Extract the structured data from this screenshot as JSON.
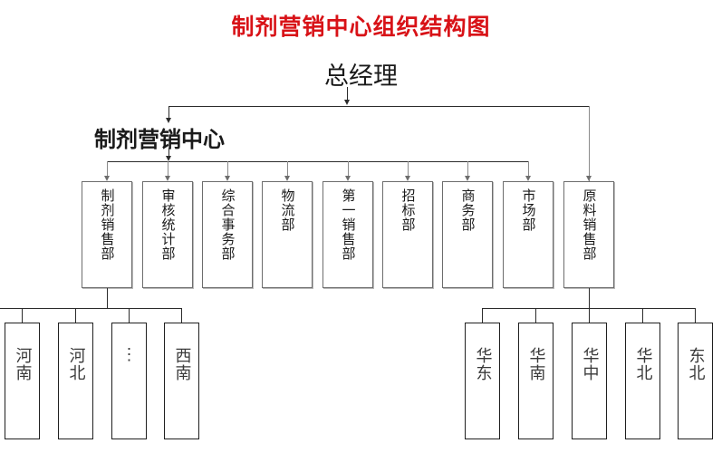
{
  "chart": {
    "title": "制剂营销中心组织结构图",
    "title_color": "#d81217",
    "type": "org-chart",
    "root": {
      "label": "总经理",
      "style": "plain-text"
    },
    "level2": [
      {
        "label": "制剂营销中心",
        "style": "plain-text-bold"
      },
      {
        "label": "原料销售部",
        "style": "boxed-vertical"
      }
    ],
    "departments": [
      {
        "label": "制剂销售部"
      },
      {
        "label": "审核统计部"
      },
      {
        "label": "综合事务部"
      },
      {
        "label": "物流部"
      },
      {
        "label": "第一销售部"
      },
      {
        "label": "招标部"
      },
      {
        "label": "商务部"
      },
      {
        "label": "市场部"
      }
    ],
    "sales_regions_left": [
      {
        "label": "河南"
      },
      {
        "label": "河北"
      },
      {
        "label": "⋮",
        "is_ellipsis": true
      },
      {
        "label": "西南"
      }
    ],
    "sales_regions_right": [
      {
        "label": "华东"
      },
      {
        "label": "华南"
      },
      {
        "label": "华中"
      },
      {
        "label": "华北"
      },
      {
        "label": "东北"
      }
    ]
  }
}
